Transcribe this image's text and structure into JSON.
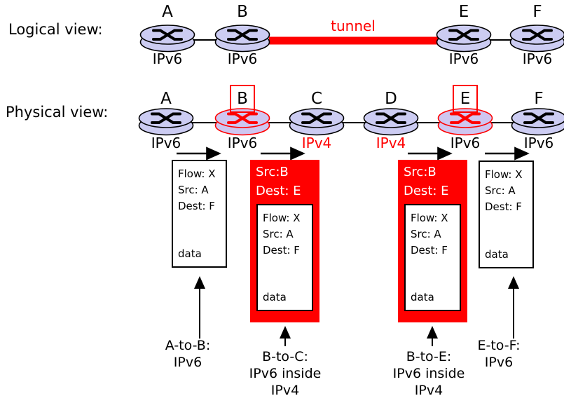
{
  "logical_view": {
    "label": "Logical view:",
    "tunnel_label": "tunnel",
    "routers": [
      {
        "name": "A",
        "protocol": "IPv6"
      },
      {
        "name": "B",
        "protocol": "IPv6"
      },
      {
        "name": "E",
        "protocol": "IPv6"
      },
      {
        "name": "F",
        "protocol": "IPv6"
      }
    ]
  },
  "physical_view": {
    "label": "Physical view:",
    "routers": [
      {
        "name": "A",
        "protocol": "IPv6",
        "highlighted": false
      },
      {
        "name": "B",
        "protocol": "IPv6",
        "highlighted": true
      },
      {
        "name": "C",
        "protocol": "IPv4",
        "highlighted": false
      },
      {
        "name": "D",
        "protocol": "IPv4",
        "highlighted": false
      },
      {
        "name": "E",
        "protocol": "IPv6",
        "highlighted": true
      },
      {
        "name": "F",
        "protocol": "IPv6",
        "highlighted": false
      }
    ]
  },
  "packets": [
    {
      "kind": "ipv6",
      "fields": [
        "Flow: X",
        "Src: A",
        "Dest: F"
      ],
      "payload": "data"
    },
    {
      "kind": "ipv6-inside-ipv4",
      "outer_fields": [
        "Src:B",
        "Dest: E"
      ],
      "fields": [
        "Flow: X",
        "Src: A",
        "Dest: F"
      ],
      "payload": "data"
    },
    {
      "kind": "ipv6-inside-ipv4",
      "outer_fields": [
        "Src:B",
        "Dest: E"
      ],
      "fields": [
        "Flow: X",
        "Src: A",
        "Dest: F"
      ],
      "payload": "data"
    },
    {
      "kind": "ipv6",
      "fields": [
        "Flow: X",
        "Src: A",
        "Dest: F"
      ],
      "payload": "data"
    }
  ],
  "flow_labels": [
    {
      "lines": [
        "A-to-B:",
        "IPv6"
      ]
    },
    {
      "lines": [
        "B-to-C:",
        "IPv6 inside",
        "IPv4"
      ]
    },
    {
      "lines": [
        "B-to-E:",
        "IPv6 inside",
        "IPv4"
      ]
    },
    {
      "lines": [
        "E-to-F:",
        "IPv6"
      ]
    }
  ],
  "colors": {
    "accent_red": "#ff0000",
    "router_fill": "#ccccf2",
    "router_stroke": "#000000",
    "ipv4_label_color": "#ff0000"
  }
}
